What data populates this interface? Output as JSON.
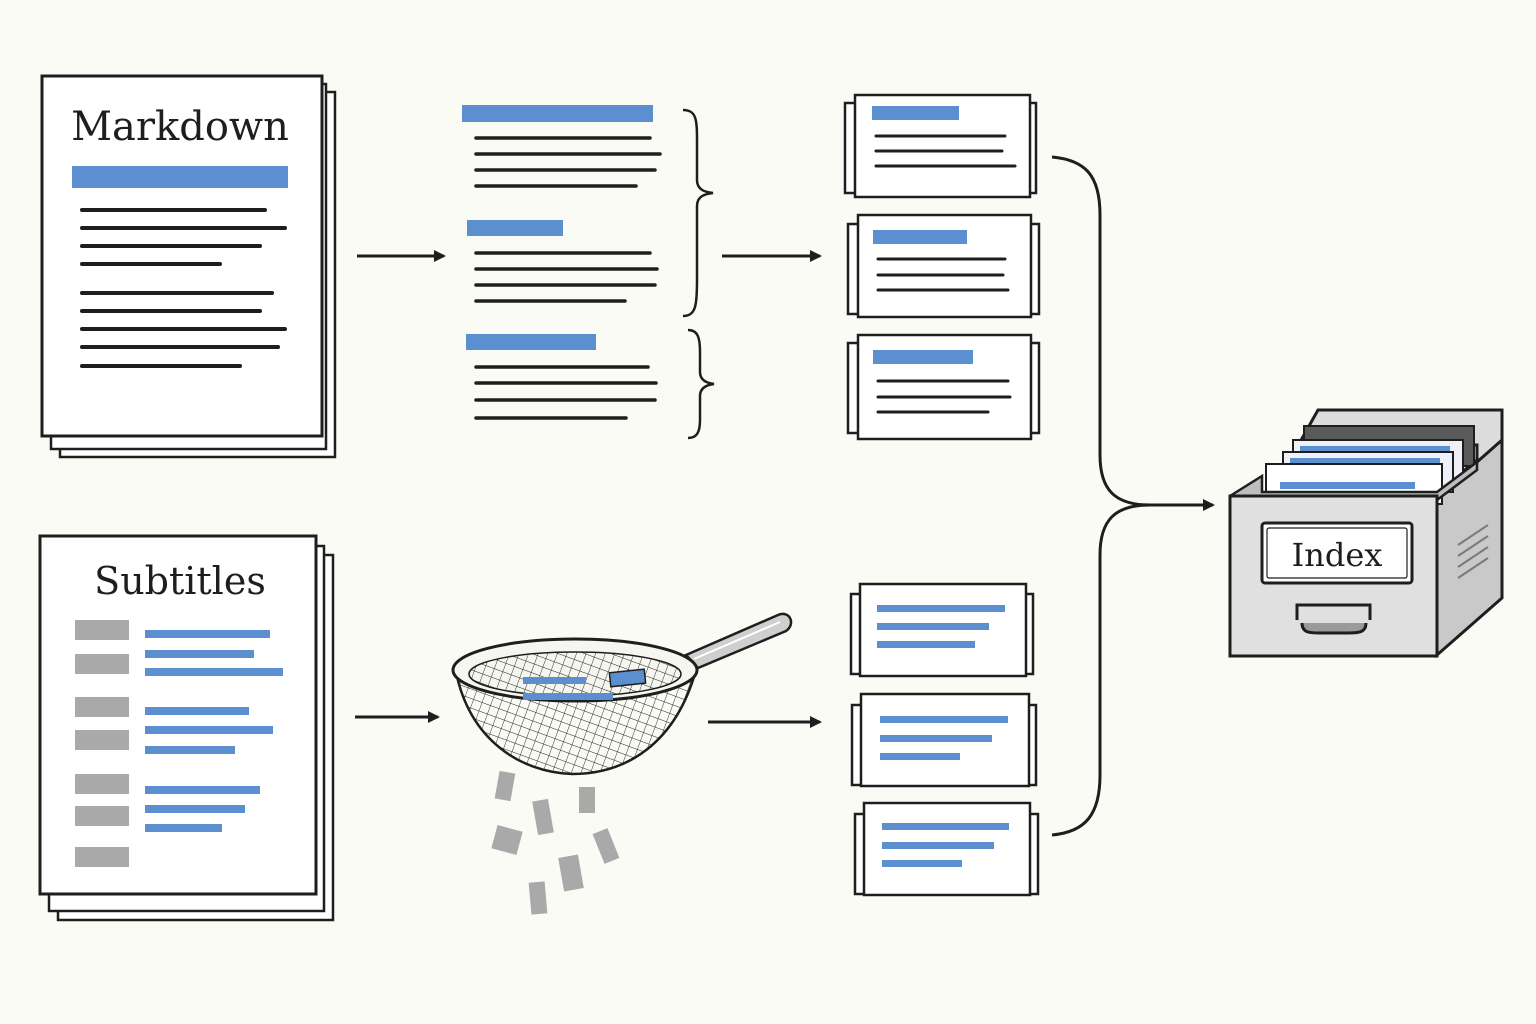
{
  "diagram": {
    "sources": [
      {
        "id": "markdown",
        "title": "Markdown"
      },
      {
        "id": "subtitles",
        "title": "Subtitles"
      }
    ],
    "index": {
      "label": "Index"
    }
  },
  "colors": {
    "background": "#fbfbf6",
    "ink": "#1e1e1e",
    "accent_blue": "#5b8fd0",
    "filler_gray": "#a9a9a9",
    "cabinet_gray": "#d9d9d9",
    "paper": "#ffffff"
  },
  "icons": {
    "source_page": "document-stack-icon",
    "section_brace": "curly-brace-icon",
    "chunk_card": "chunk-card-icon",
    "filter": "strainer-icon",
    "arrow": "right-arrow-icon",
    "index_store": "file-cabinet-icon"
  }
}
